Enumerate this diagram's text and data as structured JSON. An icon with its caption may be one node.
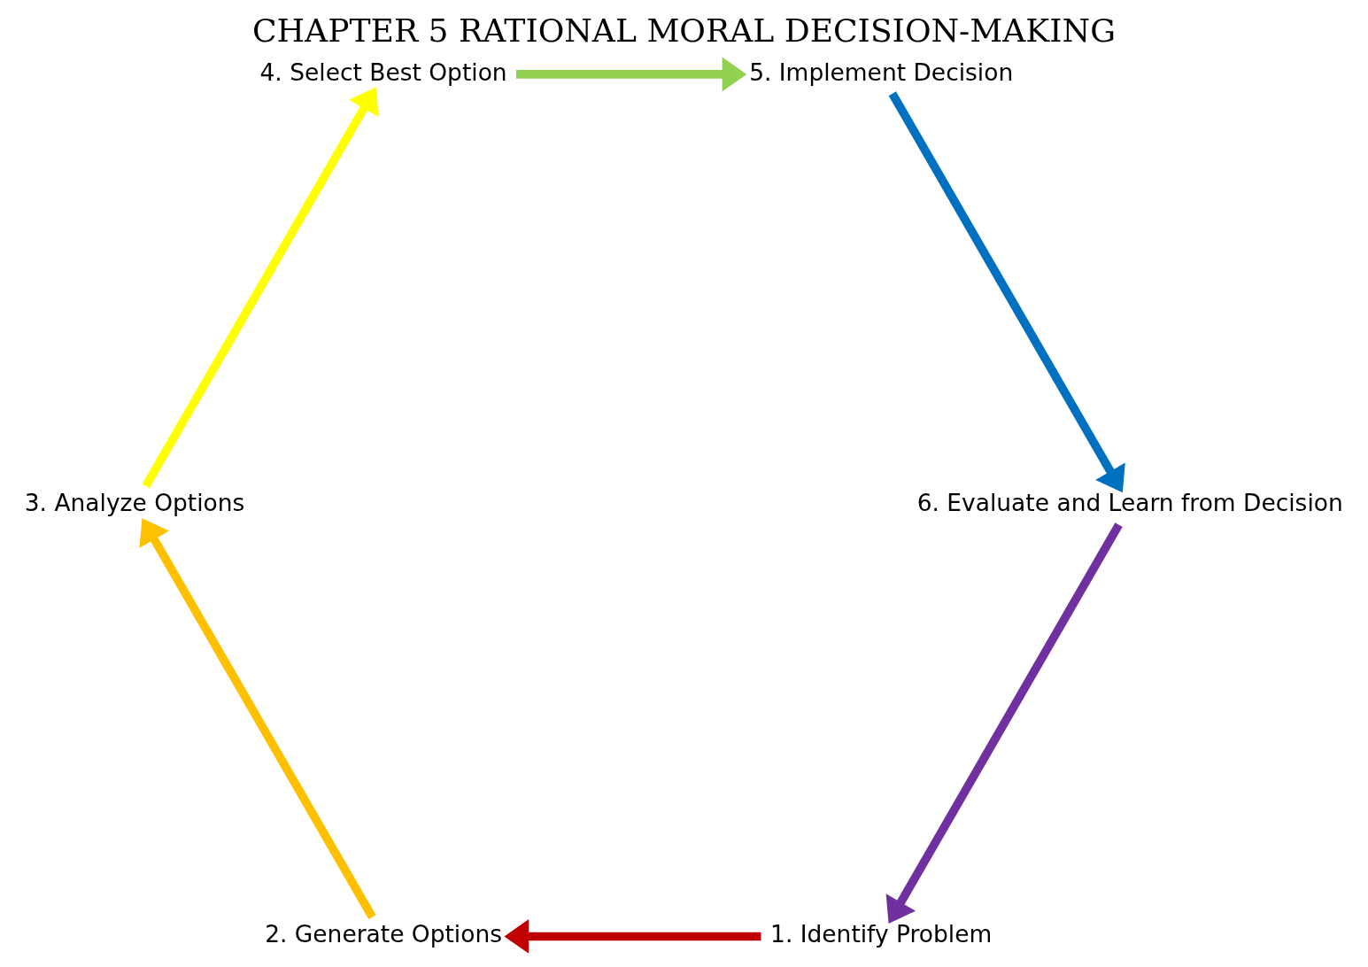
{
  "diagram": {
    "title": "CHAPTER 5 RATIONAL MORAL DECISION-MAKING",
    "nodes": [
      {
        "text": [
          "1. Identify Problem"
        ]
      },
      {
        "text": [
          "2. Generate Options"
        ]
      },
      {
        "text": [
          "3. Analyze Options"
        ]
      },
      {
        "text": [
          "4. Select Best Option"
        ]
      },
      {
        "text": [
          "5. Implement Decision"
        ]
      },
      {
        "text": [
          "6. Evaluate and Learn from Decision"
        ]
      }
    ],
    "edges": [
      {
        "from": 0,
        "to": 1,
        "arrow": "to",
        "color": "#c00000"
      },
      {
        "from": 1,
        "to": 2,
        "arrow": "to",
        "color": "#ffc000"
      },
      {
        "from": 2,
        "to": 3,
        "arrow": "to",
        "color": "#ffff00"
      },
      {
        "from": 3,
        "to": 4,
        "arrow": "to",
        "color": "#92d050"
      },
      {
        "from": 4,
        "to": 5,
        "arrow": "to",
        "color": "#0070c0"
      },
      {
        "from": 5,
        "to": 0,
        "arrow": "to",
        "color": "#7030a0"
      }
    ]
  }
}
